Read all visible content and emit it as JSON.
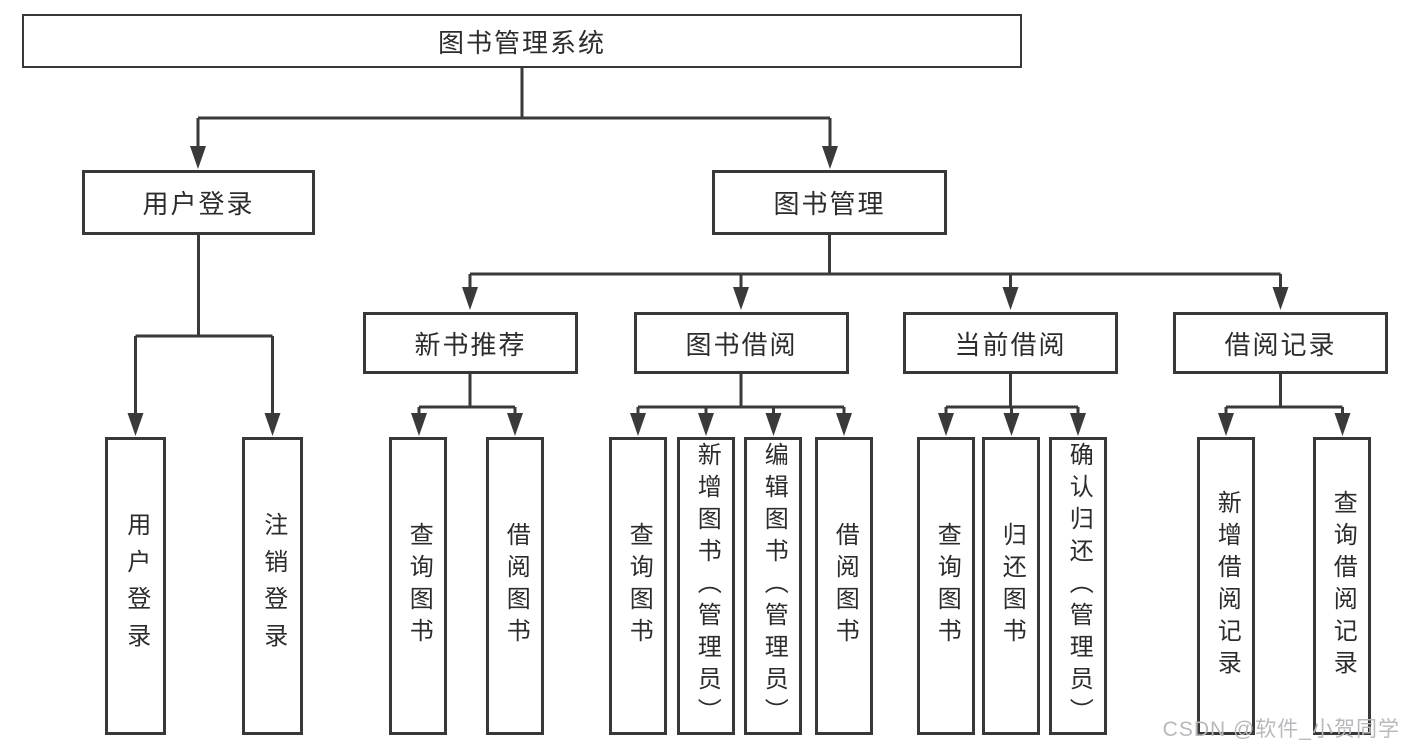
{
  "colors": {
    "line": "#3a3a3a",
    "box_border": "#383838",
    "text": "#2c2c2c",
    "watermark": "#b9b9bd"
  },
  "watermark": "CSDN @软件_小贺同学",
  "tree": {
    "root": "图书管理系统",
    "branches": [
      {
        "label": "用户登录",
        "children": [
          "用户登录",
          "注销登录"
        ]
      },
      {
        "label": "图书管理",
        "sections": [
          {
            "label": "新书推荐",
            "children": [
              "查询图书",
              "借阅图书"
            ]
          },
          {
            "label": "图书借阅",
            "children": [
              "查询图书",
              "新增图书（管理员）",
              "编辑图书（管理员）",
              "借阅图书"
            ]
          },
          {
            "label": "当前借阅",
            "children": [
              "查询图书",
              "归还图书",
              "确认归还（管理员）"
            ]
          },
          {
            "label": "借阅记录",
            "children": [
              "新增借阅记录",
              "查询借阅记录"
            ]
          }
        ]
      }
    ]
  }
}
